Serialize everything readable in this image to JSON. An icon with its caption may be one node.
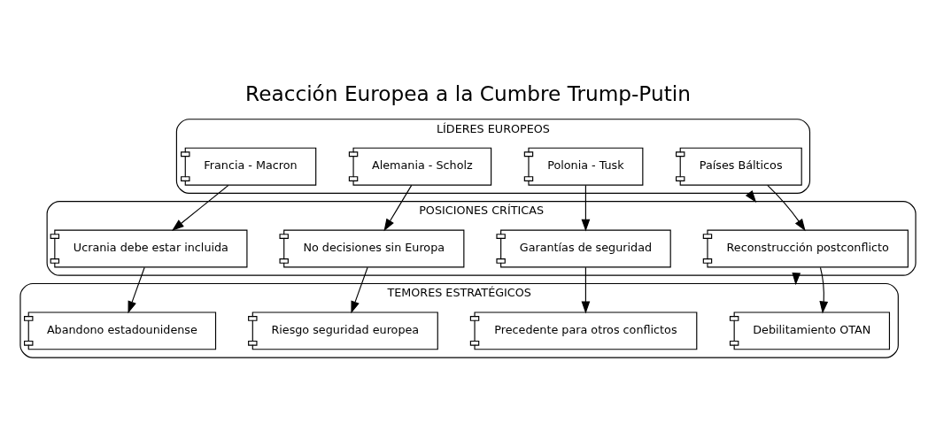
{
  "diagram": {
    "title": "Reacción Europea a la Cumbre Trump-Putin",
    "nodes": [
      {
        "text": [
          "LÍDERES EUROPEOS"
        ]
      },
      {
        "text": [
          "Países Bálticos"
        ],
        "in": 0
      },
      {
        "text": [
          "Polonia - Tusk"
        ],
        "in": 0
      },
      {
        "text": [
          "Alemania - Scholz"
        ],
        "in": 0
      },
      {
        "text": [
          "Francia - Macron"
        ],
        "in": 0
      },
      {
        "text": [
          "POSICIONES CRÍTICAS"
        ]
      },
      {
        "text": [
          "Reconstrucción postconflicto"
        ],
        "in": 5
      },
      {
        "text": [
          "Garantías de seguridad"
        ],
        "in": 5
      },
      {
        "text": [
          "No decisiones sin Europa"
        ],
        "in": 5
      },
      {
        "text": [
          "Ucrania debe estar incluida"
        ],
        "in": 5
      },
      {
        "text": [
          "TEMORES ESTRATÉGICOS"
        ]
      },
      {
        "text": [
          "Debilitamiento OTAN"
        ],
        "in": 10
      },
      {
        "text": [
          "Precedente para otros conflictos"
        ],
        "in": 10
      },
      {
        "text": [
          "Riesgo seguridad europea"
        ],
        "in": 10
      },
      {
        "text": [
          "Abandono estadounidense"
        ],
        "in": 10
      }
    ],
    "edges": [
      {
        "from": 0,
        "to": 5,
        "arrow": "to"
      },
      {
        "from": 1,
        "to": 6,
        "arrow": "to"
      },
      {
        "from": 2,
        "to": 7,
        "arrow": "to"
      },
      {
        "from": 3,
        "to": 8,
        "arrow": "to"
      },
      {
        "from": 4,
        "to": 9,
        "arrow": "to"
      },
      {
        "from": 5,
        "to": 10,
        "arrow": "to"
      },
      {
        "from": 6,
        "to": 11,
        "arrow": "to"
      },
      {
        "from": 7,
        "to": 12,
        "arrow": "to"
      },
      {
        "from": 8,
        "to": 13,
        "arrow": "to"
      },
      {
        "from": 9,
        "to": 14,
        "arrow": "to"
      }
    ]
  }
}
